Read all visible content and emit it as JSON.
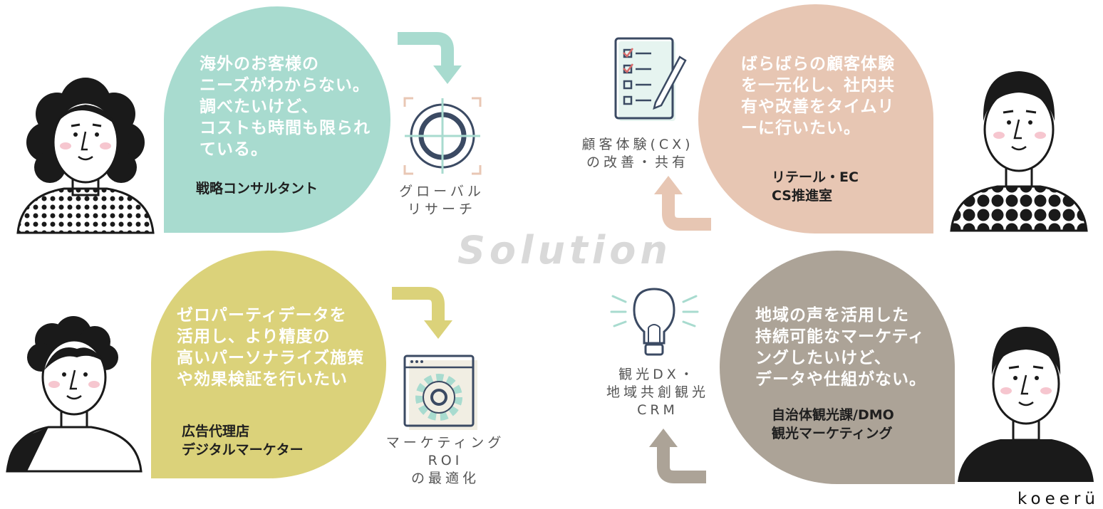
{
  "watermark": "Solution",
  "logo": "koeerü",
  "colors": {
    "teal": "#a8dbcf",
    "rose": "#e7c6b3",
    "olive": "#dbd27a",
    "taupe": "#aca397",
    "caption": "#555555",
    "solution": "#d9d9d9"
  },
  "personas": [
    {
      "bubble_text": "海外のお客様の\nニーズがわからない。\n調べたいけど、\nコストも時間も限られ\nている。",
      "role": "戦略コンサルタント",
      "solution_caption": "グローバル\nリサーチ",
      "icon": "target-icon"
    },
    {
      "bubble_text": "ばらばらの顧客体験\nを一元化し、社内共\n有や改善をタイムリ\nーに行いたい。",
      "role": "リテール・EC\nCS推進室",
      "solution_caption": "顧客体験(CX)\nの改善・共有",
      "icon": "checklist-icon"
    },
    {
      "bubble_text": "ゼロパーティデータを\n活用し、より精度の\n高いパーソナライズ施策\nや効果検証を行いたい",
      "role": "広告代理店\nデジタルマーケター",
      "solution_caption": "マーケティング\nROI\nの最適化",
      "icon": "gear-window-icon"
    },
    {
      "bubble_text": "地域の声を活用した\n持続可能なマーケティ\nングしたいけど、\nデータや仕組がない。",
      "role": "自治体観光課/DMO\n観光マーケティング",
      "solution_caption": "観光DX・\n地域共創観光\nCRM",
      "icon": "lightbulb-icon"
    }
  ]
}
